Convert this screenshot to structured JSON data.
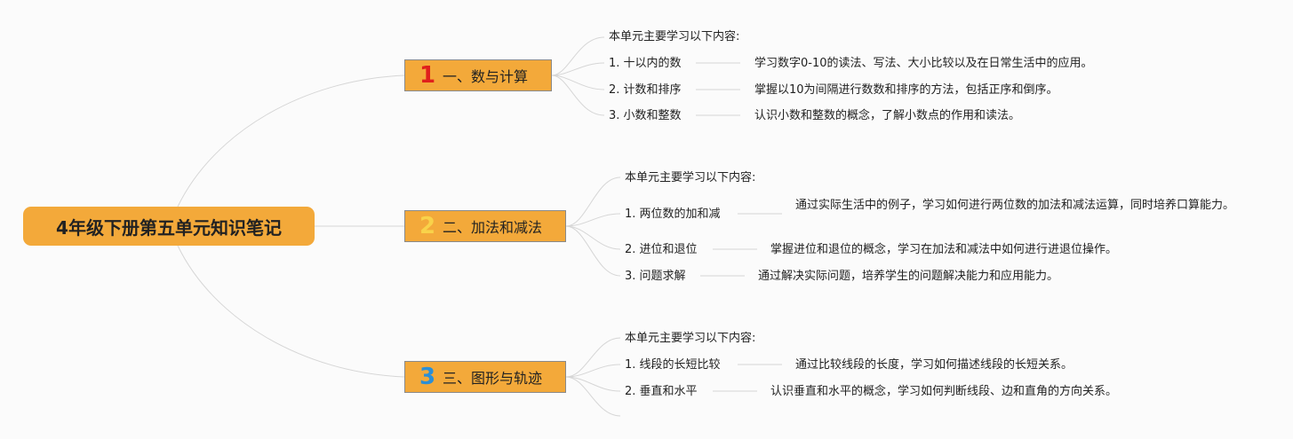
{
  "root": {
    "title": "4年级下册第五单元知识笔记"
  },
  "branches": [
    {
      "num": "1",
      "num_color": "#e0201c",
      "label": "一、数与计算",
      "intro": "本单元主要学习以下内容:",
      "items": [
        {
          "name": "1. 十以内的数",
          "desc": "学习数字0-10的读法、写法、大小比较以及在日常生活中的应用。"
        },
        {
          "name": "2. 计数和排序",
          "desc": "掌握以10为间隔进行数数和排序的方法，包括正序和倒序。"
        },
        {
          "name": "3. 小数和整数",
          "desc": "认识小数和整数的概念，了解小数点的作用和读法。"
        }
      ]
    },
    {
      "num": "2",
      "num_color": "#f9d24a",
      "label": "二、加法和减法",
      "intro": "本单元主要学习以下内容:",
      "items": [
        {
          "name": "1. 两位数的加和减",
          "desc": "通过实际生活中的例子，学习如何进行两位数的加法和减法运算，同时培养口算能力。"
        },
        {
          "name": "2. 进位和退位",
          "desc": "掌握进位和退位的概念，学习在加法和减法中如何进行进退位操作。"
        },
        {
          "name": "3. 问题求解",
          "desc": "通过解决实际问题，培养学生的问题解决能力和应用能力。"
        }
      ]
    },
    {
      "num": "3",
      "num_color": "#2c8fd6",
      "label": "三、图形与轨迹",
      "intro": "本单元主要学习以下内容:",
      "items": [
        {
          "name": "1. 线段的长短比较",
          "desc": "通过比较线段的长度，学习如何描述线段的长短关系。"
        },
        {
          "name": "2. 垂直和水平",
          "desc": "认识垂直和水平的概念，学习如何判断线段、边和直角的方向关系。"
        }
      ]
    }
  ]
}
